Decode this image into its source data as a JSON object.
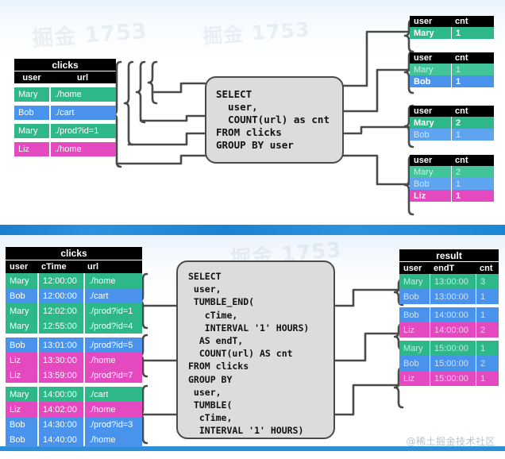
{
  "watermarks": {
    "ghost1": "掘金 1753",
    "ghost2": "掘金 1753",
    "ghost3": "掘金 1753",
    "ghost4": "1753",
    "ghost5": "1753",
    "credit": "@稀土掘金技术社区"
  },
  "colors": {
    "green": "#2eb88a",
    "blue": "#4a93ed",
    "magenta": "#e449bf",
    "header_black": "#000000",
    "band_blue": "#1b84d4",
    "box_fill": "#dcdcdc",
    "box_stroke": "#4a4a4a"
  },
  "top": {
    "input_table": {
      "caption": "clicks",
      "columns": [
        "user",
        "url"
      ],
      "rows": [
        {
          "user": "Mary",
          "url": "./home",
          "color": "green"
        },
        {
          "user": "Bob",
          "url": "./cart",
          "color": "blue"
        },
        {
          "user": "Mary",
          "url": "./prod?id=1",
          "color": "green"
        },
        {
          "user": "Liz",
          "url": "./home",
          "color": "magenta"
        }
      ]
    },
    "query": "SELECT\n  user,\n  COUNT(url) as cnt\nFROM clicks\nGROUP BY user",
    "outputs": [
      {
        "columns": [
          "user",
          "cnt"
        ],
        "rows": [
          {
            "user": "Mary",
            "cnt": "1",
            "color": "green",
            "dim": false
          }
        ]
      },
      {
        "columns": [
          "user",
          "cnt"
        ],
        "rows": [
          {
            "user": "Mary",
            "cnt": "1",
            "color": "green",
            "dim": true
          },
          {
            "user": "Bob",
            "cnt": "1",
            "color": "blue",
            "dim": false
          }
        ]
      },
      {
        "columns": [
          "user",
          "cnt"
        ],
        "rows": [
          {
            "user": "Mary",
            "cnt": "2",
            "color": "green",
            "dim": false
          },
          {
            "user": "Bob",
            "cnt": "1",
            "color": "blue",
            "dim": true
          }
        ]
      },
      {
        "columns": [
          "user",
          "cnt"
        ],
        "rows": [
          {
            "user": "Mary",
            "cnt": "2",
            "color": "green",
            "dim": true
          },
          {
            "user": "Bob",
            "cnt": "1",
            "color": "blue",
            "dim": true
          },
          {
            "user": "Liz",
            "cnt": "1",
            "color": "magenta",
            "dim": false
          }
        ]
      }
    ]
  },
  "bottom": {
    "input_table": {
      "caption": "clicks",
      "columns": [
        "user",
        "cTime",
        "url"
      ],
      "groups": [
        [
          {
            "user": "Mary",
            "cTime": "12:00:00",
            "url": "./home",
            "color": "green"
          },
          {
            "user": "Bob",
            "cTime": "12:00:00",
            "url": "./cart",
            "color": "blue"
          },
          {
            "user": "Mary",
            "cTime": "12:02:00",
            "url": "./prod?id=1",
            "color": "green"
          },
          {
            "user": "Mary",
            "cTime": "12:55:00",
            "url": "./prod?id=4",
            "color": "green"
          }
        ],
        [
          {
            "user": "Bob",
            "cTime": "13:01:00",
            "url": "./prod?id=5",
            "color": "blue"
          },
          {
            "user": "Liz",
            "cTime": "13:30:00",
            "url": "./home",
            "color": "magenta"
          },
          {
            "user": "Liz",
            "cTime": "13:59:00",
            "url": "./prod?id=7",
            "color": "magenta"
          }
        ],
        [
          {
            "user": "Mary",
            "cTime": "14:00:00",
            "url": "./cart",
            "color": "green"
          },
          {
            "user": "Liz",
            "cTime": "14:02:00",
            "url": "./home",
            "color": "magenta"
          },
          {
            "user": "Bob",
            "cTime": "14:30:00",
            "url": "./prod?id=3",
            "color": "blue"
          },
          {
            "user": "Bob",
            "cTime": "14:40:00",
            "url": "./home",
            "color": "blue"
          }
        ]
      ]
    },
    "query": "SELECT\n user,\n TUMBLE_END(\n   cTime,\n   INTERVAL '1' HOURS)\n  AS endT,\n  COUNT(url) AS cnt\nFROM clicks\nGROUP BY\n user,\n TUMBLE(\n  cTime,\n  INTERVAL '1' HOURS)",
    "output_table": {
      "caption": "result",
      "columns": [
        "user",
        "endT",
        "cnt"
      ],
      "groups": [
        [
          {
            "user": "Mary",
            "endT": "13:00:00",
            "cnt": "3",
            "color": "green"
          },
          {
            "user": "Bob",
            "endT": "13:00:00",
            "cnt": "1",
            "color": "blue"
          }
        ],
        [
          {
            "user": "Bob",
            "endT": "14:00:00",
            "cnt": "1",
            "color": "blue"
          },
          {
            "user": "Liz",
            "endT": "14:00:00",
            "cnt": "2",
            "color": "magenta"
          }
        ],
        [
          {
            "user": "Mary",
            "endT": "15:00:00",
            "cnt": "1",
            "color": "green"
          },
          {
            "user": "Bob",
            "endT": "15:00:00",
            "cnt": "2",
            "color": "blue"
          },
          {
            "user": "Liz",
            "endT": "15:00:00",
            "cnt": "1",
            "color": "magenta"
          }
        ]
      ]
    }
  }
}
